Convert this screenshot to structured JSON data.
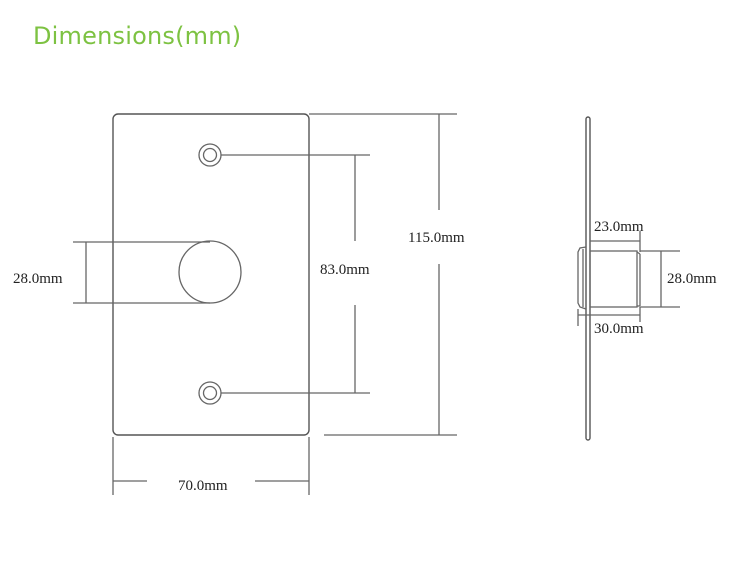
{
  "title": "Dimensions(mm)",
  "colors": {
    "title": "#7dc242",
    "lines": "#666666",
    "text": "#222222"
  },
  "front_view": {
    "labels": {
      "button_diameter": "28.0mm",
      "hole_spacing": "83.0mm",
      "plate_height": "115.0mm",
      "plate_width": "70.0mm"
    }
  },
  "side_view": {
    "labels": {
      "body_length": "23.0mm",
      "body_diameter": "28.0mm",
      "total_depth": "30.0mm"
    }
  }
}
